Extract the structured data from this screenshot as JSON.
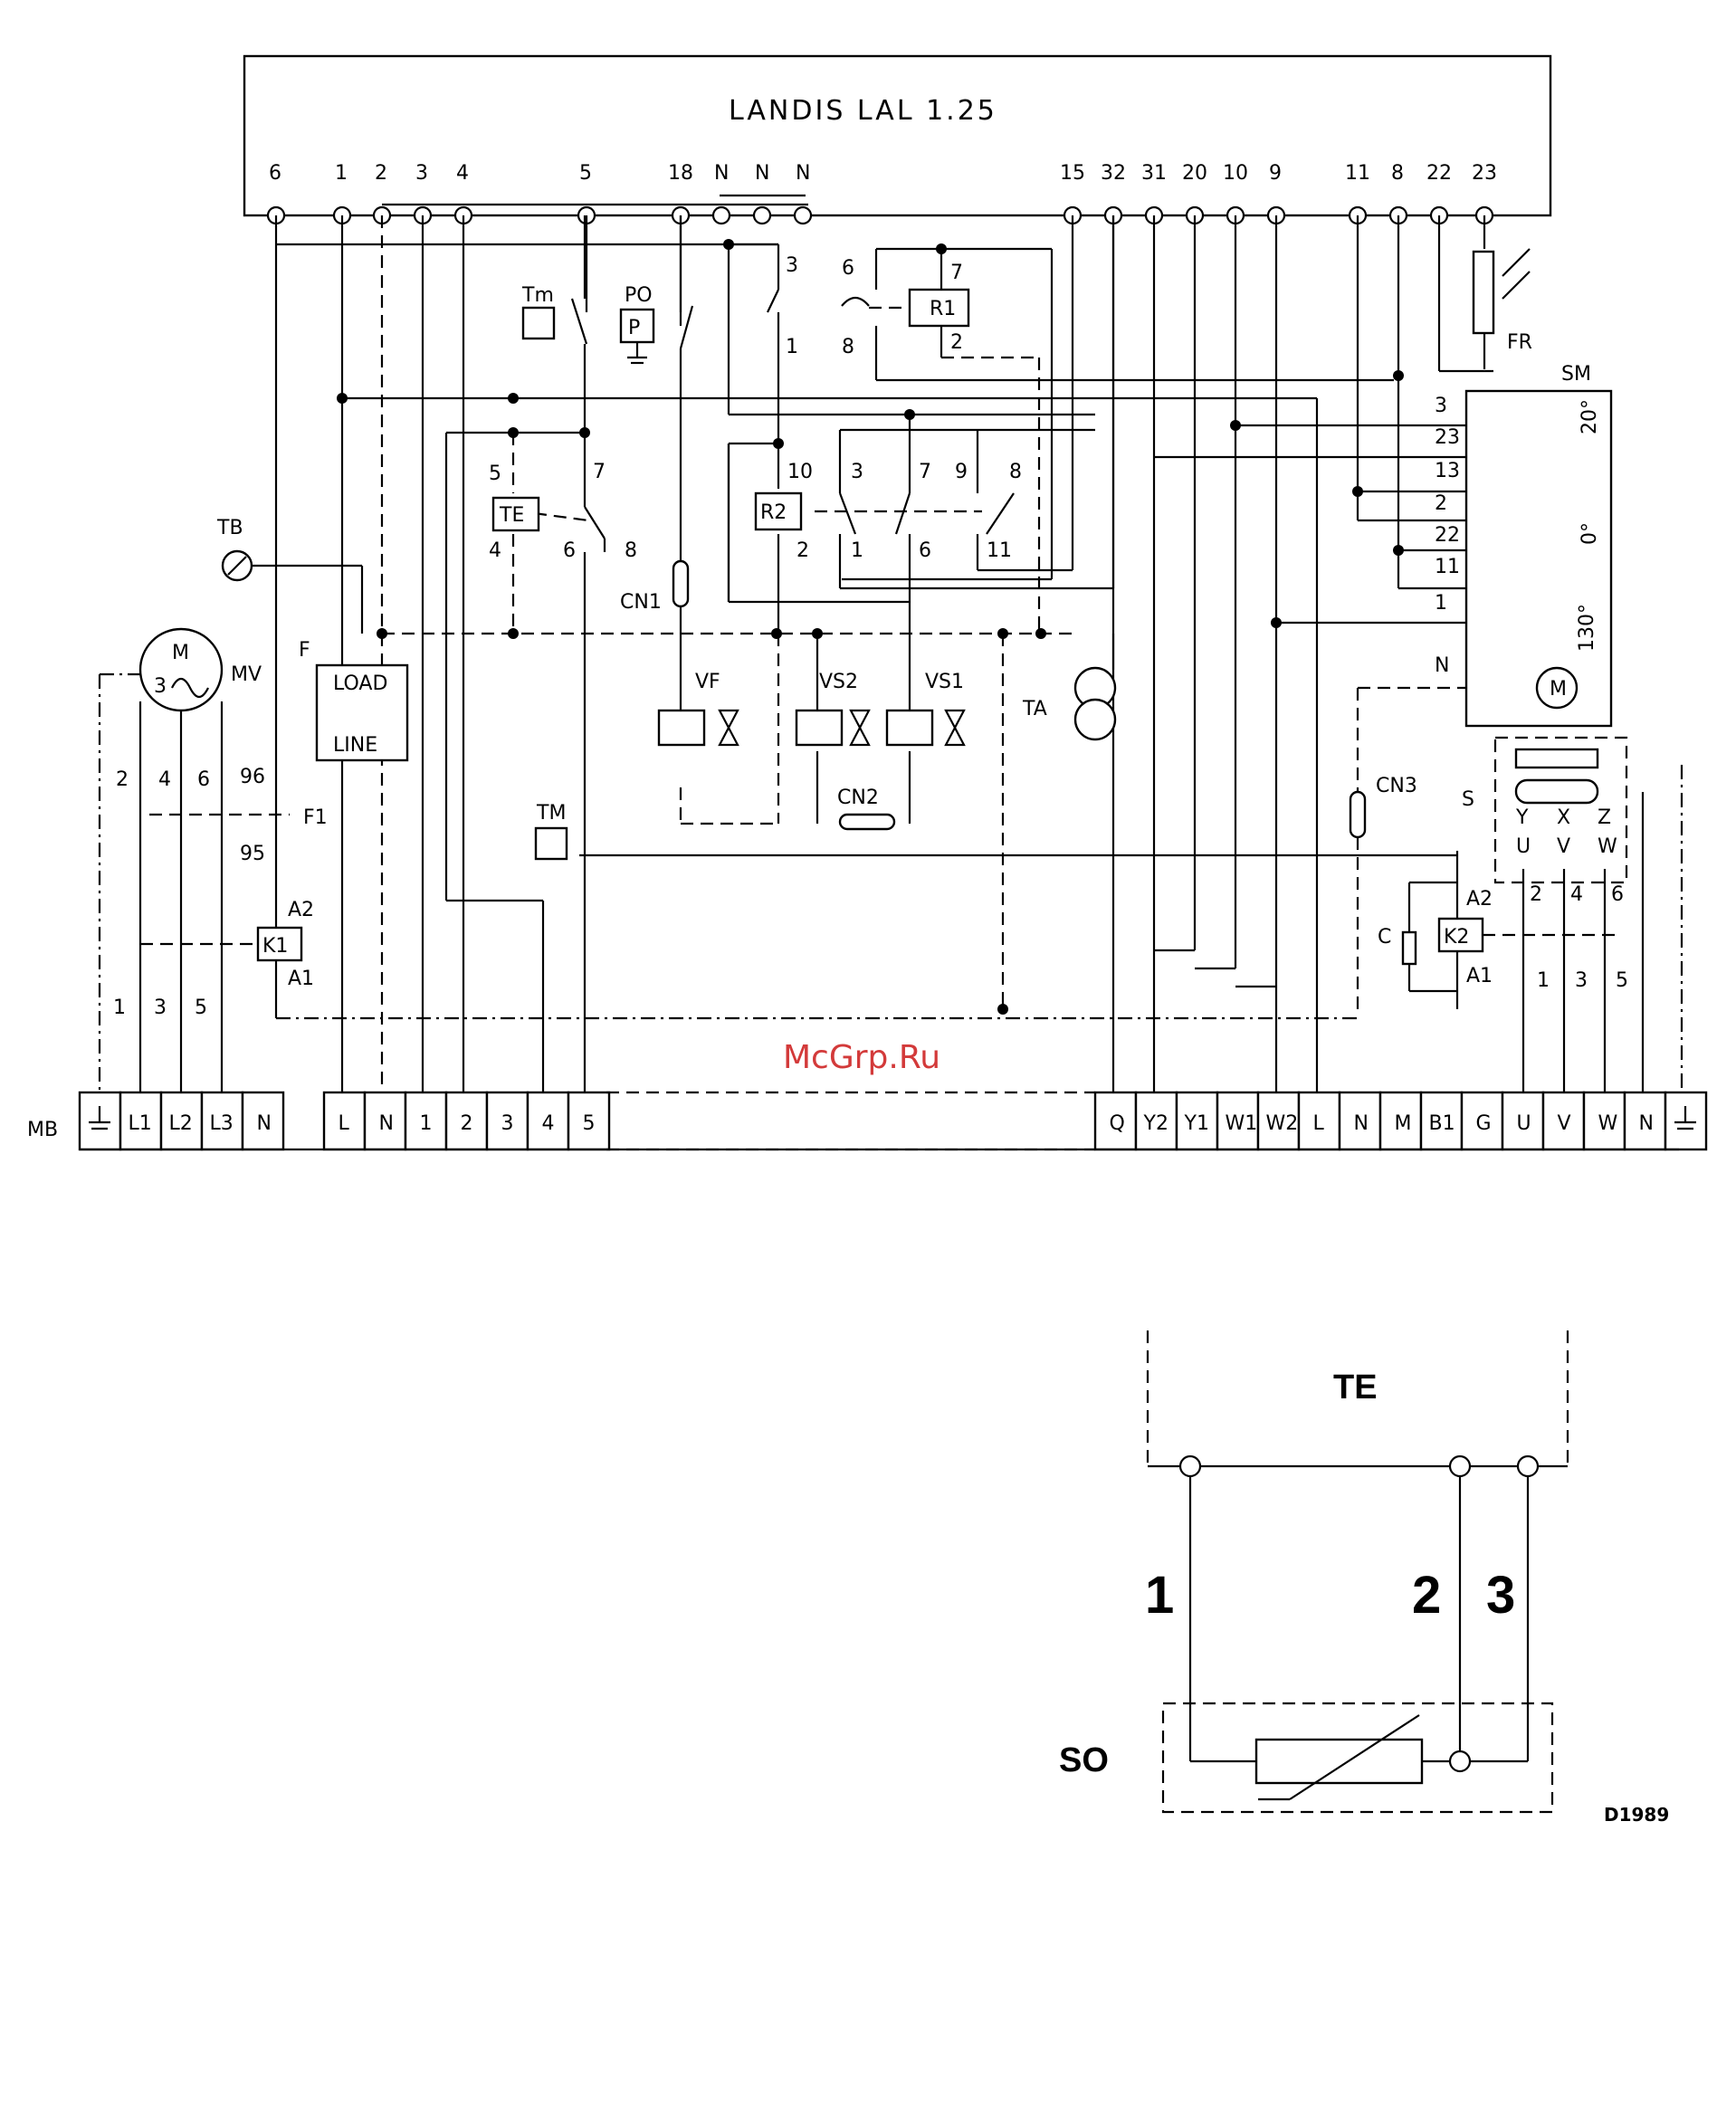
{
  "controller": {
    "title": "LANDIS LAL 1.25",
    "terminals": [
      "6",
      "1",
      "2",
      "3",
      "4",
      "5",
      "18",
      "N",
      "N",
      "N",
      "15",
      "32",
      "31",
      "20",
      "10",
      "9",
      "11",
      "8",
      "22",
      "23"
    ]
  },
  "components": {
    "tm": "Tm",
    "po": "PO",
    "p": "P",
    "r1": "R1",
    "r2": "R2",
    "te": "TE",
    "tb": "TB",
    "f": "F",
    "load": "LOAD",
    "line": "LINE",
    "cn1": "CN1",
    "vf": "VF",
    "vs2": "VS2",
    "vs1": "VS1",
    "cn2": "CN2",
    "ta": "TA",
    "tm2": "TM",
    "mv": "MV",
    "motor_m": "M",
    "motor_3": "3",
    "f1": "F1",
    "k1": "K1",
    "k2": "K2",
    "c": "C",
    "cn3": "CN3",
    "s": "S",
    "sm": "SM",
    "fr": "FR",
    "mb": "MB"
  },
  "relay_labels": {
    "r1_pins": [
      "6",
      "7",
      "8",
      "2"
    ],
    "top_contact": [
      "3",
      "1"
    ],
    "r2_pins": [
      "10",
      "3",
      "7",
      "9",
      "8",
      "2",
      "1",
      "6",
      "11"
    ],
    "te_pins": [
      "5",
      "4",
      "7",
      "6",
      "8"
    ],
    "motor_pins": [
      "2",
      "4",
      "6",
      "96",
      "95",
      "A2",
      "A1",
      "1",
      "3",
      "5"
    ],
    "k2_pins": [
      "A2",
      "A1"
    ],
    "s_letters": [
      "Y",
      "X",
      "Z",
      "U",
      "V",
      "W"
    ],
    "s_numbers": [
      "2",
      "4",
      "6",
      "1",
      "3",
      "5"
    ]
  },
  "servomotor": {
    "pins": [
      "3",
      "23",
      "13",
      "2",
      "22",
      "11",
      "1",
      "N"
    ],
    "angles": [
      "20°",
      "0°",
      "130°"
    ]
  },
  "terminal_board_left": [
    "L1",
    "L2",
    "L3",
    "N",
    "L",
    "N",
    "1",
    "2",
    "3",
    "4",
    "5"
  ],
  "terminal_board_right": [
    "Q",
    "Y2",
    "Y1",
    "W1",
    "W2",
    "L",
    "N",
    "M",
    "B1",
    "G",
    "U",
    "V",
    "W",
    "N"
  ],
  "watermark": "McGrp.Ru",
  "detail": {
    "te": "TE",
    "so": "SO",
    "wire1": "1",
    "wire2": "2",
    "wire3": "3",
    "code": "D1989"
  }
}
